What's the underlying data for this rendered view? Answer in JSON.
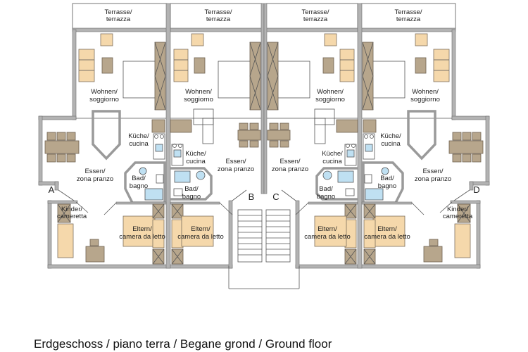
{
  "plan": {
    "terrace_label": [
      "Terrasse/",
      "terrazza"
    ],
    "units": [
      {
        "terrace": [
          "Terrasse/",
          "terrazza"
        ],
        "living": [
          "Wohnen/",
          "soggiorno"
        ],
        "kitchen": [
          "Küche/",
          "cucina"
        ],
        "dining": [
          "Essen/",
          "zona pranzo"
        ],
        "bath": [
          "Bad/",
          "bagno"
        ],
        "bedroom": [
          "Eltern/",
          "camera da letto"
        ],
        "kids": [
          "Kinder/",
          "cameretta"
        ],
        "entrance": "A"
      },
      {
        "terrace": [
          "Terrasse/",
          "terrazza"
        ],
        "living": [
          "Wohnen/",
          "soggiorno"
        ],
        "kitchen": [
          "Küche/",
          "cucina"
        ],
        "dining": [
          "Essen/",
          "zona pranzo"
        ],
        "bath": [
          "Bad/",
          "bagno"
        ],
        "bedroom": [
          "Eltern/",
          "camera da letto"
        ],
        "entrance": "B"
      },
      {
        "terrace": [
          "Terrasse/",
          "terrazza"
        ],
        "living": [
          "Wohnen/",
          "soggiorno"
        ],
        "kitchen": [
          "Küche/",
          "cucina"
        ],
        "dining": [
          "Essen/",
          "zona pranzo"
        ],
        "bath": [
          "Bad/",
          "bagno"
        ],
        "bedroom": [
          "Eltern/",
          "camera da letto"
        ],
        "entrance": "C"
      },
      {
        "terrace": [
          "Terrasse/",
          "terrazza"
        ],
        "living": [
          "Wohnen/",
          "soggiorno"
        ],
        "kitchen": [
          "Küche/",
          "cucina"
        ],
        "dining": [
          "Essen/",
          "zona pranzo"
        ],
        "bath": [
          "Bad/",
          "bagno"
        ],
        "bedroom": [
          "Eltern/",
          "camera da letto"
        ],
        "kids": [
          "Kinder/",
          "cameretta"
        ],
        "entrance": "D"
      }
    ]
  },
  "caption": "Erdgeschoss / piano terra / Begane grond / Ground floor",
  "colors": {
    "wall": "#b3b3b3",
    "furniture_light": "#f5d8ab",
    "furniture_dark": "#b7a68c",
    "sanitary": "#bfe0f2"
  }
}
